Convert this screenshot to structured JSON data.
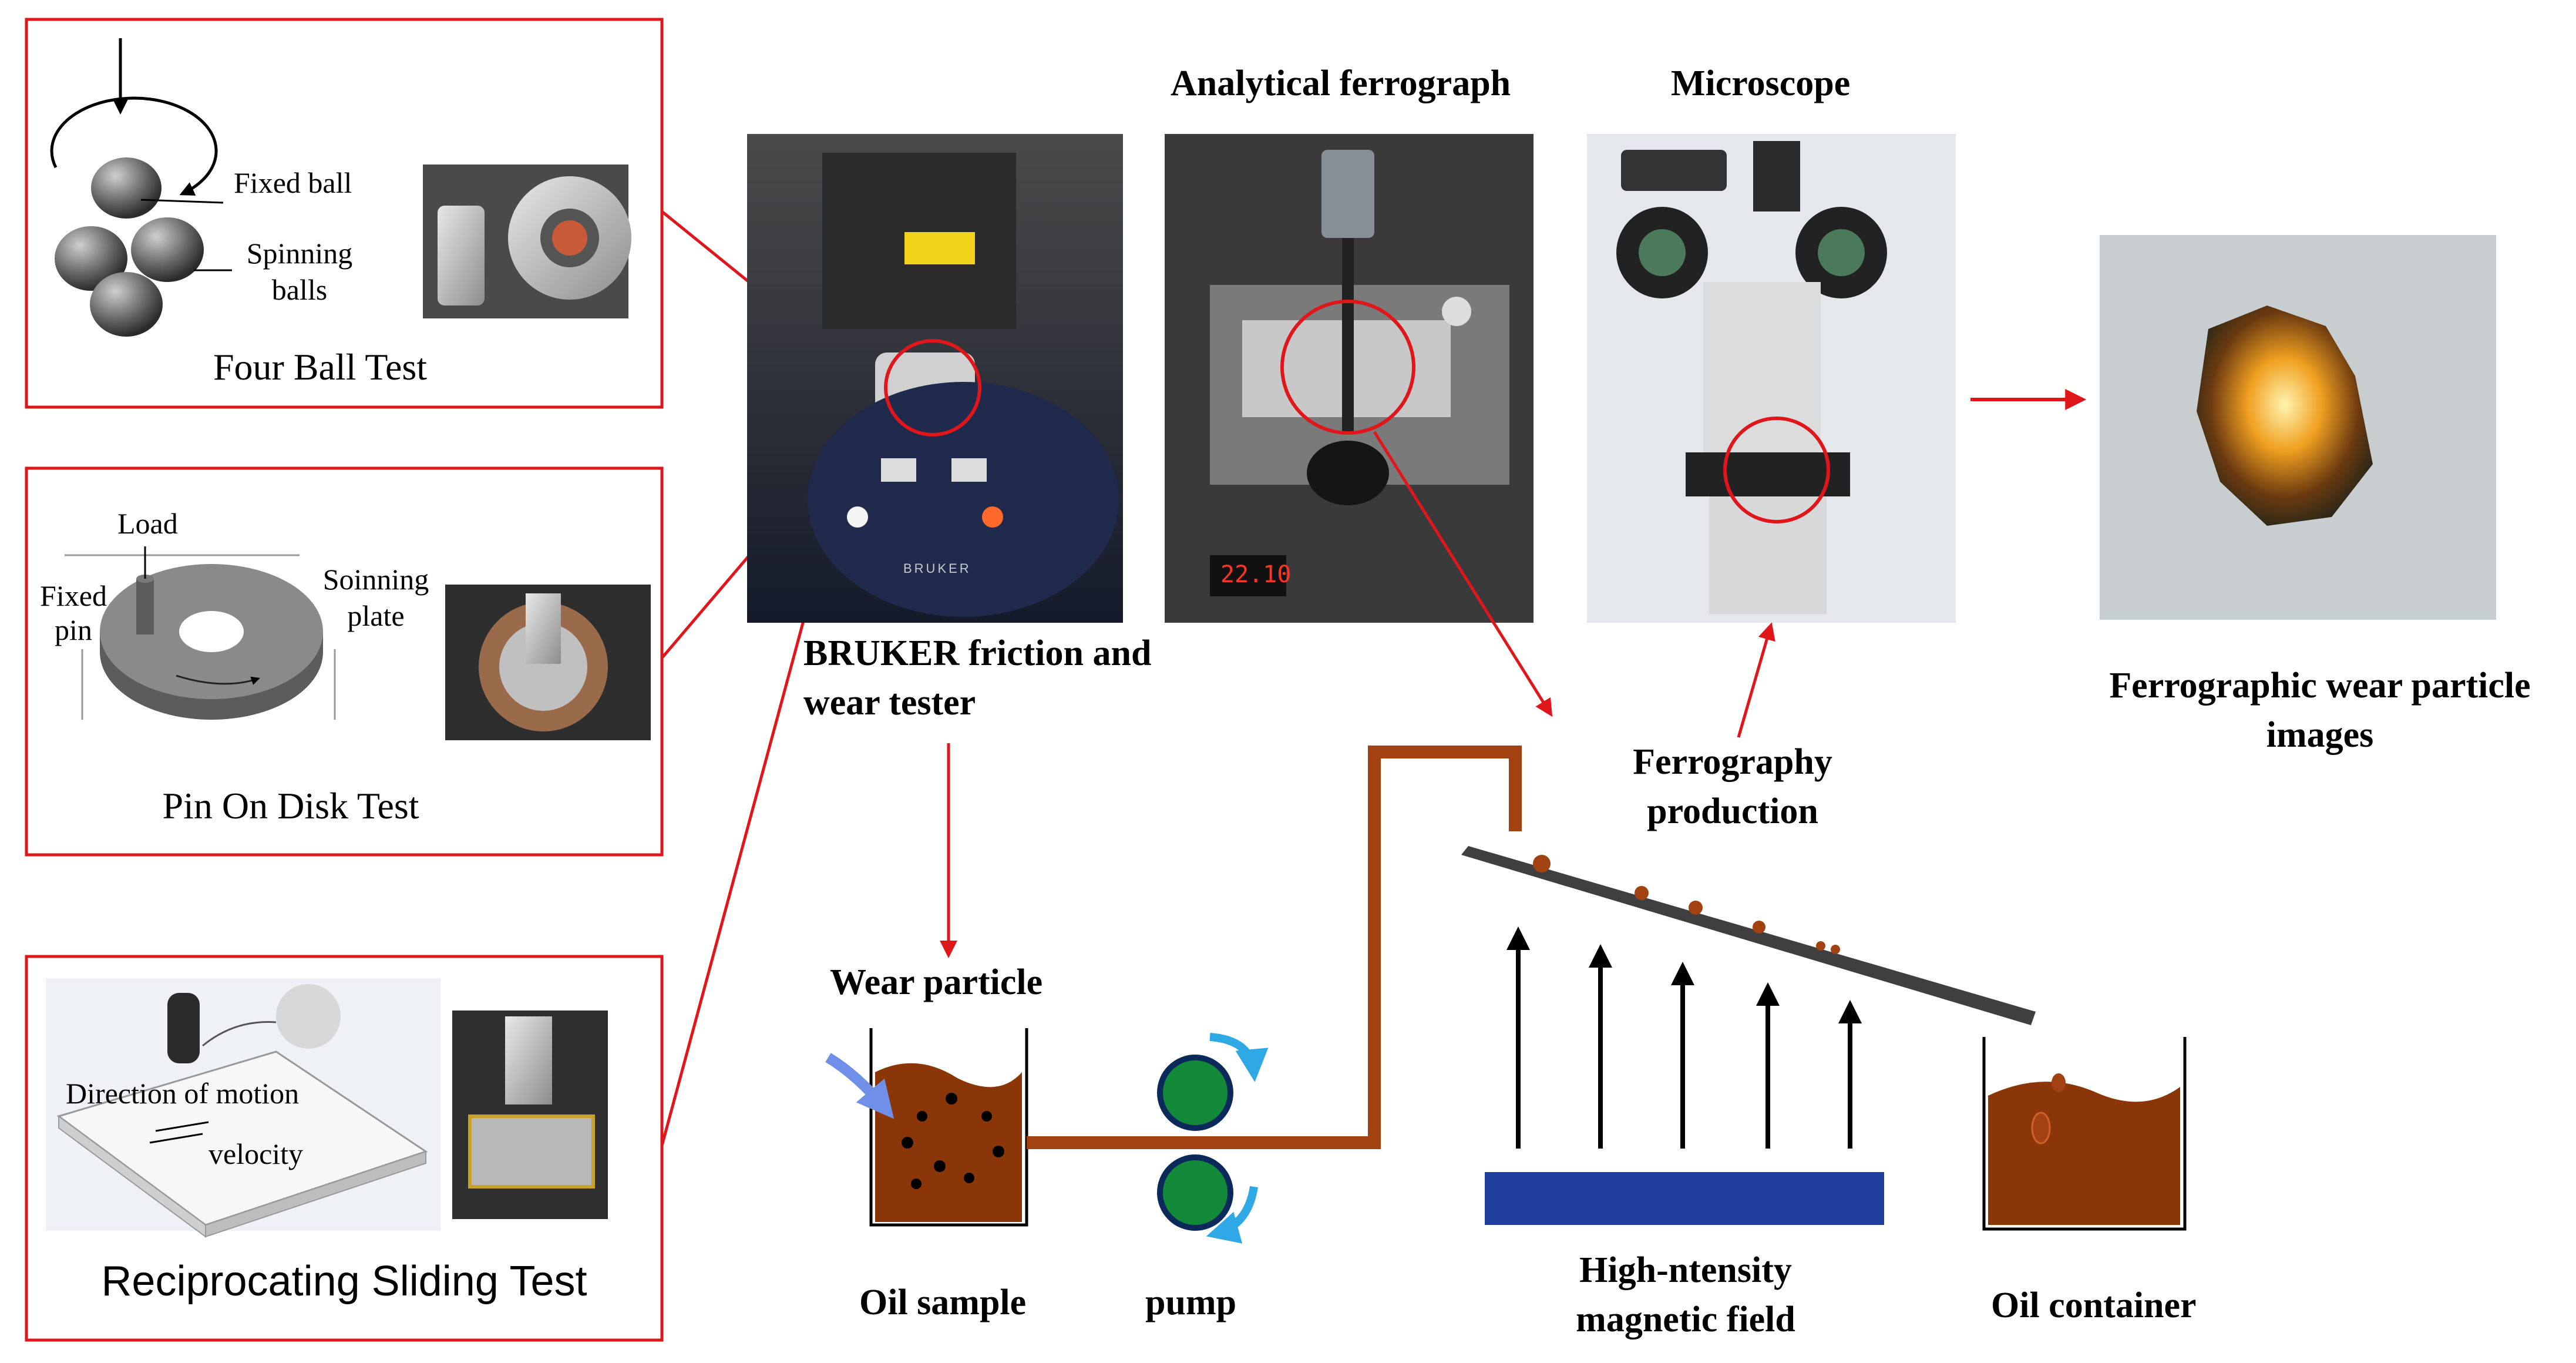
{
  "panels": {
    "four_ball": {
      "title": "Four Ball Test",
      "fixed_ball": "Fixed ball",
      "spinning_line1": "Spinning",
      "spinning_line2": "balls"
    },
    "pin_on_disk": {
      "title": "Pin On Disk Test",
      "load": "Load",
      "fixed_line1": "Fixed",
      "fixed_line2": "pin",
      "plate_line1": "Soinning",
      "plate_line2": "plate"
    },
    "reciprocating": {
      "title": "Reciprocating Sliding Test",
      "direction": "Direction of motion",
      "velocity": "velocity"
    }
  },
  "instruments": {
    "bruker_line1": "BRUKER friction and",
    "bruker_line2": "wear tester",
    "ferrograph": "Analytical ferrograph",
    "microscope": "Microscope",
    "result_line1": "Ferrographic wear particle",
    "result_line2": "images",
    "display_reading": "22.10",
    "tester_brand": "BRUKER"
  },
  "process": {
    "wear_particle": "Wear particle",
    "oil_sample": "Oil sample",
    "pump": "pump",
    "ferro_line1": "Ferrography",
    "ferro_line2": "production",
    "magnet_line1": "High-ntensity",
    "magnet_line2": "magnetic field",
    "oil_container": "Oil container"
  },
  "colors": {
    "frame_red": "#e0161b",
    "oil_brown": "#8b3609",
    "pipe_brown": "#a24212",
    "pump_green": "#138a3a",
    "pump_arrow": "#2fa8e6",
    "magnet_blue": "#1f3e9e",
    "slide_gray": "#3f3f3f",
    "inflow_arrow": "#6f8fe8"
  }
}
